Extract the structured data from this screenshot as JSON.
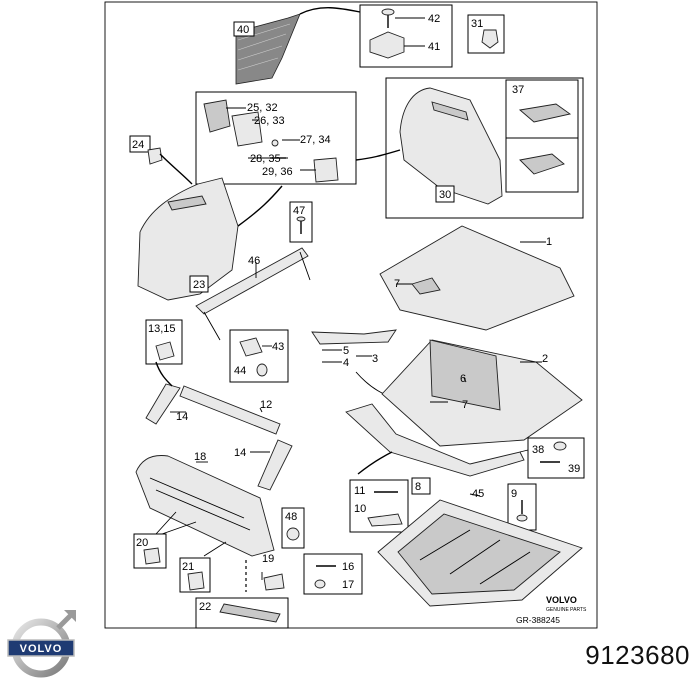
{
  "part_number": "9123680",
  "diagram_ref": "GR-388245",
  "brand_small": "VOLVO",
  "brand_small_sub": "GENUINE PARTS",
  "logo_text": "VOLVO",
  "callouts": {
    "c1": "1",
    "c2": "2",
    "c3": "3",
    "c4": "4",
    "c5": "5",
    "c6": "6",
    "c7a": "7",
    "c7b": "7",
    "c8": "8",
    "c9": "9",
    "c10": "10",
    "c11": "11",
    "c12": "12",
    "c1315": "13,15",
    "c14a": "14",
    "c14b": "14",
    "c16": "16",
    "c17": "17",
    "c18": "18",
    "c19": "19",
    "c20": "20",
    "c21": "21",
    "c22": "22",
    "c23": "23",
    "c24": "24",
    "c2532": "25, 32",
    "c2633": "26, 33",
    "c2734": "27, 34",
    "c2835": "28, 35",
    "c2936": "29, 36",
    "c30": "30",
    "c31": "31",
    "c37": "37",
    "c38": "38",
    "c39": "39",
    "c40": "40",
    "c41": "41",
    "c42": "42",
    "c43": "43",
    "c44": "44",
    "c45": "45",
    "c46": "46",
    "c47": "47",
    "c48": "48"
  },
  "colors": {
    "line": "#000000",
    "part_fill": "#e9e9e9",
    "part_dark": "#c9c9c9"
  },
  "icons": {
    "logo": "volvo-iron-mark-icon"
  }
}
